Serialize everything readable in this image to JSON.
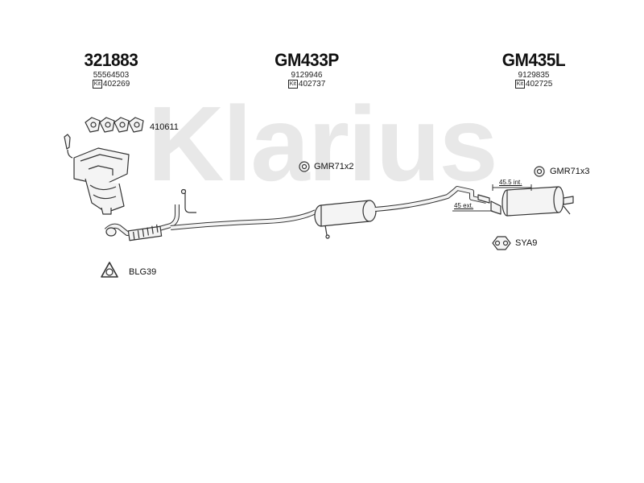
{
  "watermark": {
    "text": "Klarius",
    "color": "#e6e6e6"
  },
  "columns": [
    {
      "part_number": "321883",
      "oem_number": "55564503",
      "kit_label": "Kit",
      "kit_number": "402269"
    },
    {
      "part_number": "GM433P",
      "oem_number": "9129946",
      "kit_label": "Kit",
      "kit_number": "402737"
    },
    {
      "part_number": "GM435L",
      "oem_number": "9129835",
      "kit_label": "Kit",
      "kit_number": "402725"
    }
  ],
  "labels": {
    "gasket_set": "410611",
    "clamp_mid": "GMR71x2",
    "clamp_rear": "GMR71x3",
    "hanger_rear": "SYA9",
    "flange_gasket": "BLG39",
    "meas_int": "45.5 int.",
    "meas_ext": "45 ext."
  },
  "colors": {
    "line": "#333333",
    "fill": "#f2f2f2"
  }
}
